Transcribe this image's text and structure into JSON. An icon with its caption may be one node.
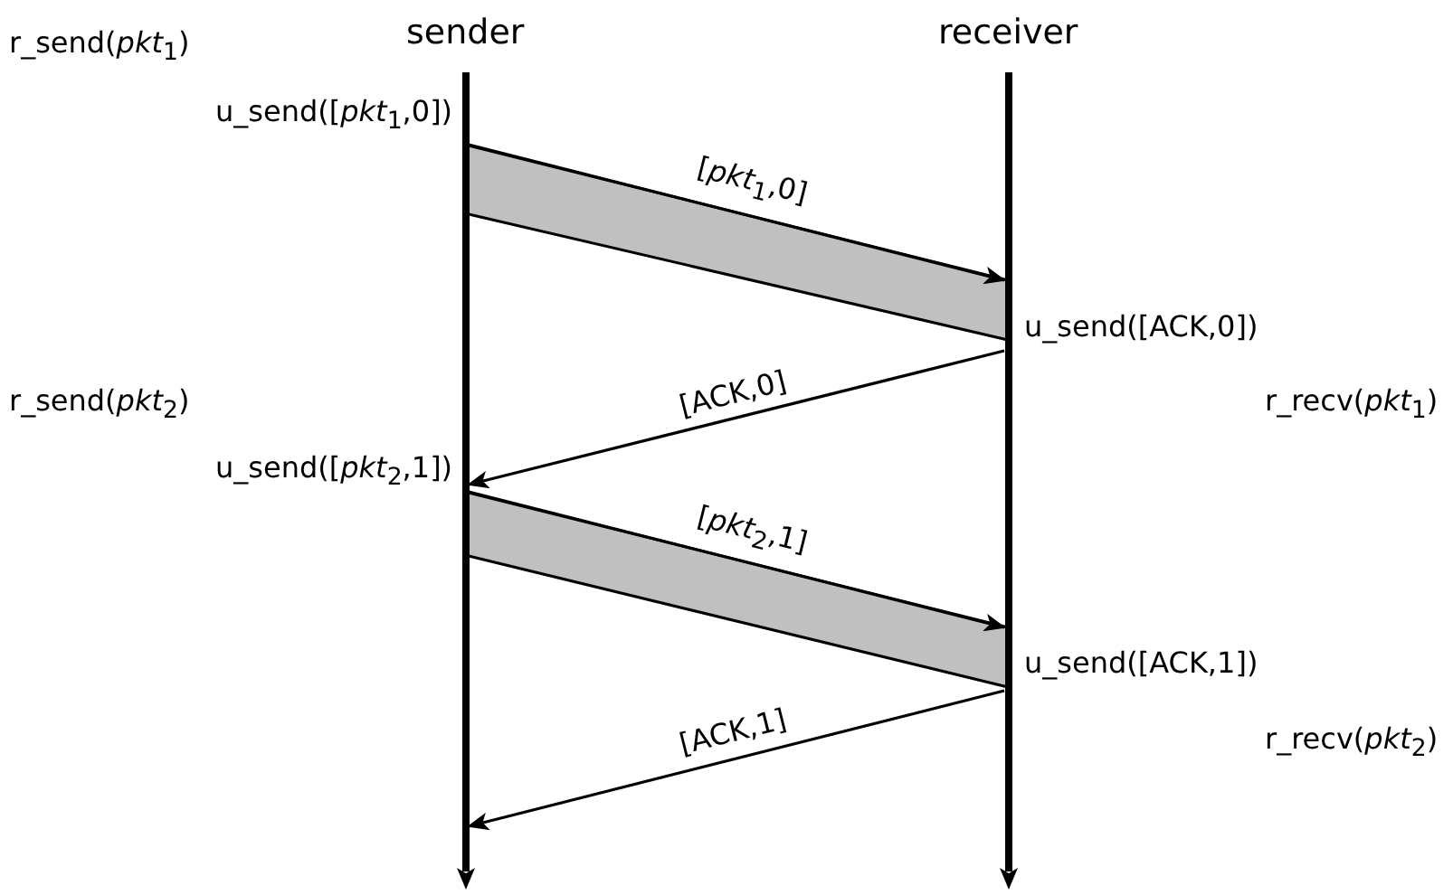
{
  "diagram": {
    "nodes": [
      {
        "text": [
          "sender"
        ]
      },
      {
        "text": [
          "receiver"
        ]
      }
    ],
    "edges": [
      {
        "from": 0,
        "to": 1,
        "arrow": "to",
        "label": "[*pkt*$_{1}$,0]"
      },
      {
        "from": 1,
        "to": 0,
        "arrow": "to",
        "label": "[ACK,0]"
      },
      {
        "from": 0,
        "to": 1,
        "arrow": "to",
        "label": "[*pkt*$_{2}$,1]"
      },
      {
        "from": 1,
        "to": 0,
        "arrow": "to",
        "label": "[ACK,1]"
      }
    ],
    "labels": [
      "r_send(*pkt*$_{1}$)",
      "u_send([*pkt*$_{1}$,0])",
      "u_send([ACK,0])",
      "r_send(*pkt*$_{2}$)",
      "r_recv(*pkt*$_{1}$)",
      "u_send([*pkt*$_{2}$,1])",
      "u_send([ACK,1])",
      "r_recv(*pkt*$_{2}$)"
    ]
  }
}
